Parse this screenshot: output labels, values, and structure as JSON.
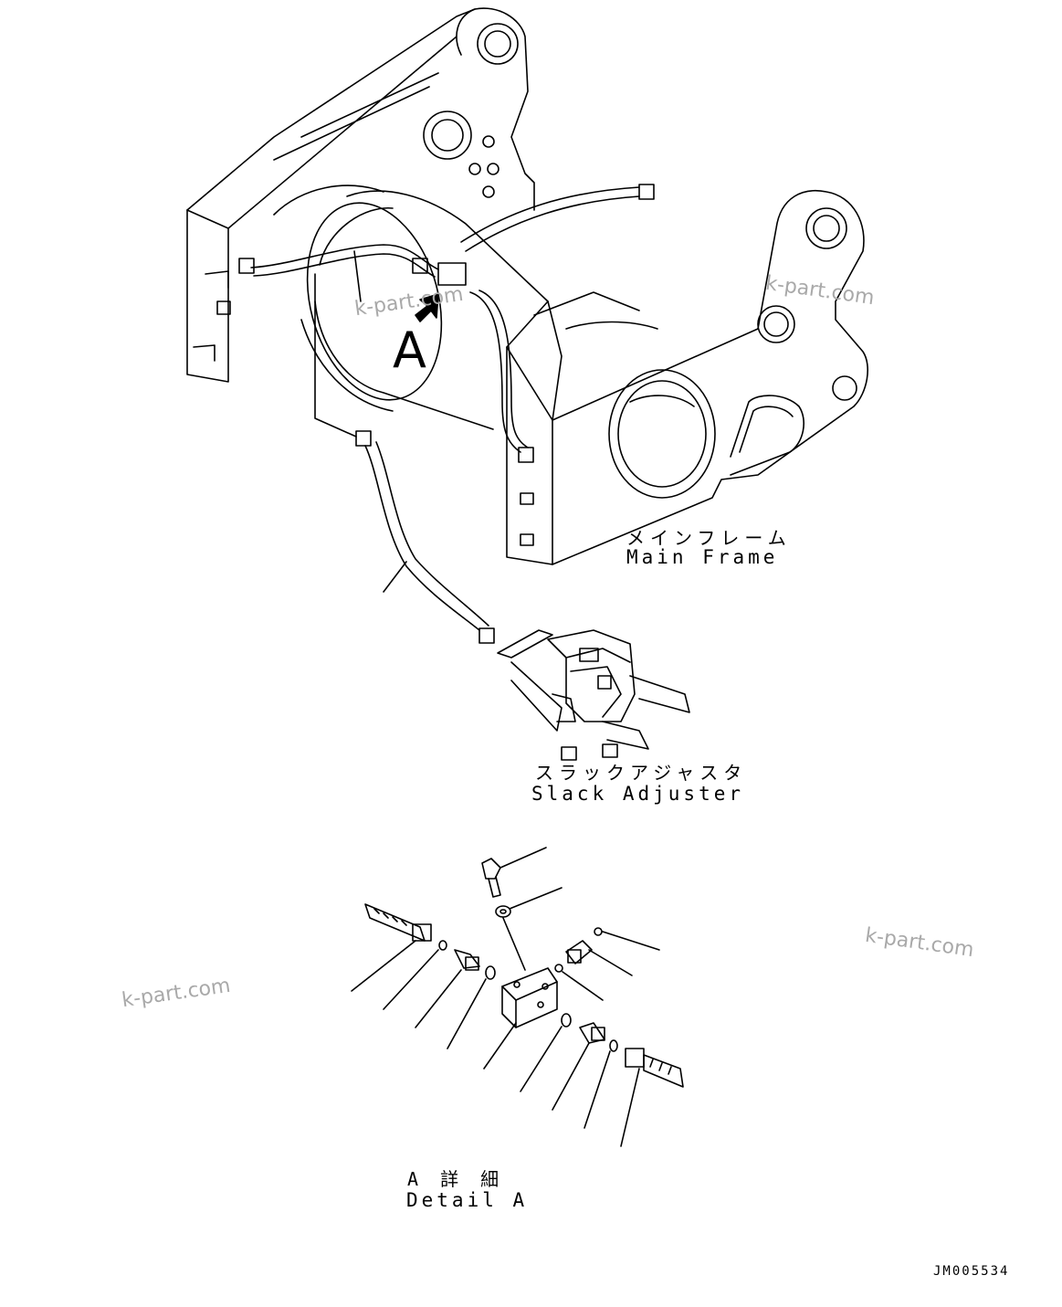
{
  "labels": {
    "main_frame_jp": "メインフレーム",
    "main_frame_en": "Main Frame",
    "slack_adjuster_jp": "スラックアジャスタ",
    "slack_adjuster_en": "Slack Adjuster",
    "detail_jp": "A 詳 細",
    "detail_en": "Detail A",
    "view_marker": "A",
    "drawing_code": "JM005534"
  },
  "watermarks": [
    "k-part.com",
    "k-part.com",
    "k-part.com",
    "k-part.com"
  ],
  "colors": {
    "line": "#000000",
    "watermark": "#a9a9a9",
    "background": "#ffffff"
  }
}
